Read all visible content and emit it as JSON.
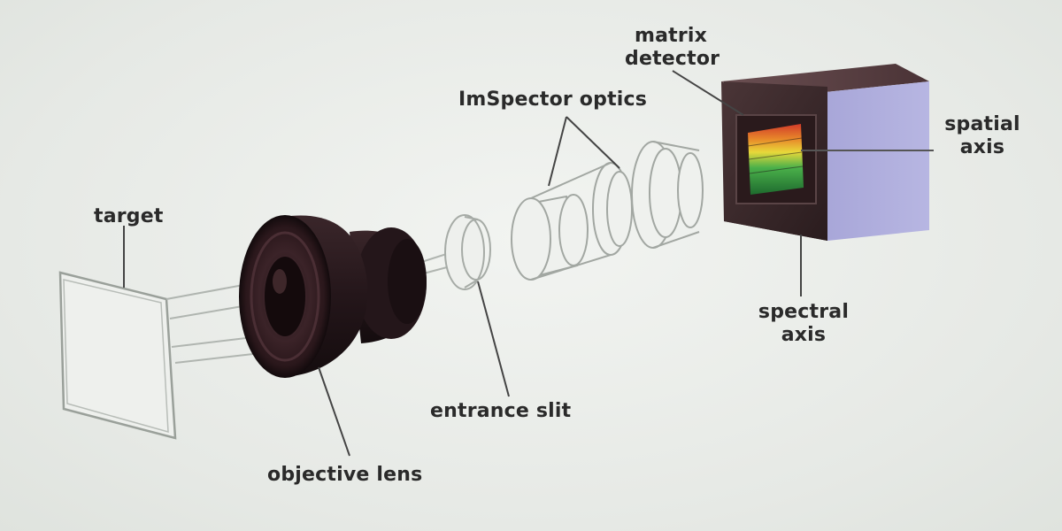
{
  "labels": {
    "target": "target",
    "objective_lens": "objective lens",
    "entrance_slit": "entrance slit",
    "imspector_optics": "ImSpector optics",
    "matrix_detector_line1": "matrix",
    "matrix_detector_line2": "detector",
    "spatial_axis_line1": "spatial",
    "spatial_axis_line2": "axis",
    "spectral_axis_line1": "spectral",
    "spectral_axis_line2": "axis"
  },
  "colors": {
    "background": "#e9ece9",
    "lens_body": "#2a1a1e",
    "cube_front": "#3a2a2c",
    "cube_side": "#a9a8d8",
    "outline": "#8a8e8a",
    "leader": "#444444",
    "text": "#2a2a2a"
  }
}
